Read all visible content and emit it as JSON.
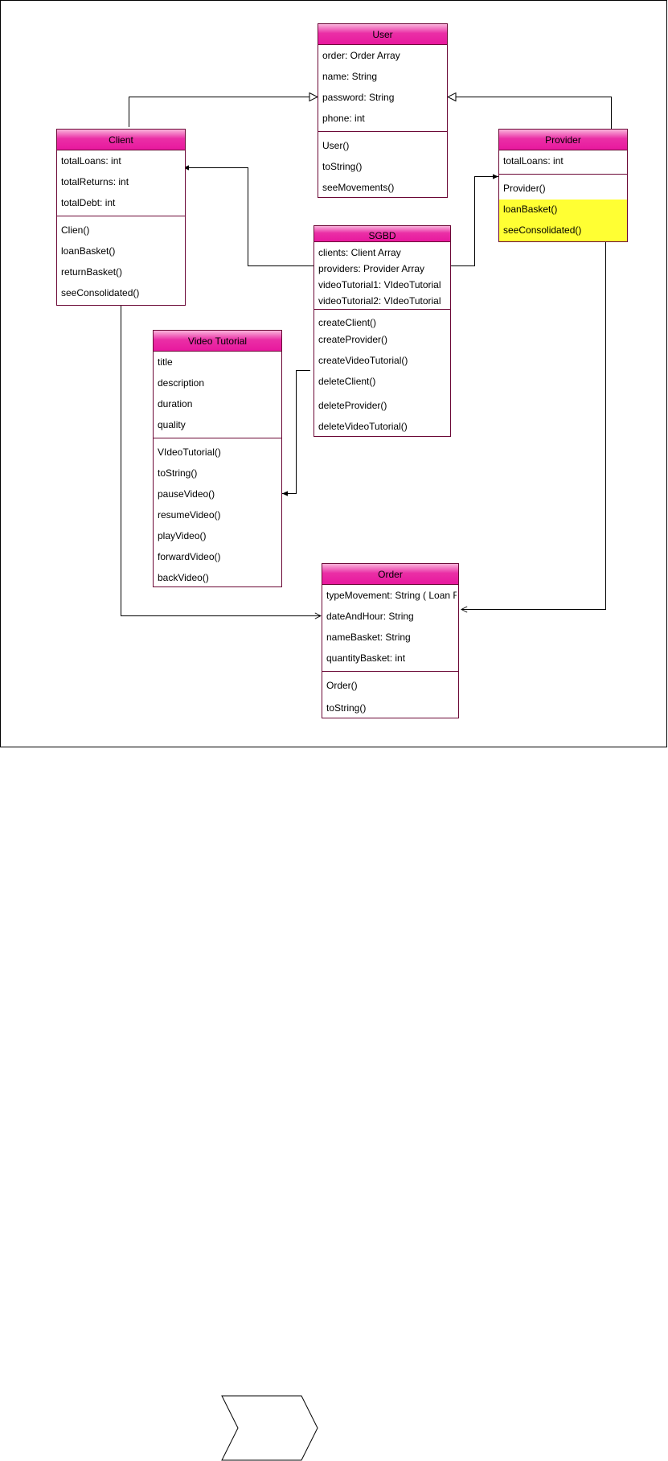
{
  "diagram": {
    "classes": {
      "user": {
        "name": "User",
        "attributes": [
          "order: Order Array",
          "name: String",
          "password: String",
          "phone: int"
        ],
        "methods": [
          "User()",
          "toString()",
          "seeMovements()"
        ]
      },
      "client": {
        "name": "Client",
        "attributes": [
          "totalLoans: int",
          "totalReturns: int",
          "totalDebt: int"
        ],
        "methods": [
          "Clien()",
          "loanBasket()",
          "returnBasket()",
          "seeConsolidated()"
        ]
      },
      "provider": {
        "name": "Provider",
        "attributes": [
          "totalLoans: int"
        ],
        "methods": [
          "Provider()",
          "loanBasket()",
          "seeConsolidated()"
        ],
        "highlight_color": "#ffff33"
      },
      "sgbd": {
        "name": "SGBD",
        "attributes": [
          "clients: Client Array",
          "providers: Provider Array",
          "videoTutorial1: VIdeoTutorial",
          "videoTutorial2: VIdeoTutorial"
        ],
        "methods": [
          "createClient()",
          "createProvider()",
          "createVideoTutorial()",
          "deleteClient()",
          "deleteProvider()",
          "deleteVideoTutorial()"
        ]
      },
      "video_tutorial": {
        "name": "Video Tutorial",
        "attributes": [
          "title",
          "description",
          "duration",
          "quality"
        ],
        "methods": [
          "VIdeoTutorial()",
          "toString()",
          "pauseVideo()",
          "resumeVideo()",
          "playVideo()",
          "forwardVideo()",
          "backVideo()"
        ]
      },
      "order": {
        "name": "Order",
        "attributes": [
          "typeMovement: String ( Loan R",
          "dateAndHour: String",
          "nameBasket: String",
          "quantityBasket: int"
        ],
        "methods": [
          "Order()",
          "toString()"
        ]
      }
    },
    "relations": [
      {
        "from": "Client",
        "to": "User",
        "type": "generalization"
      },
      {
        "from": "Provider",
        "to": "User",
        "type": "generalization"
      },
      {
        "from": "SGBD",
        "to": "Client",
        "type": "association"
      },
      {
        "from": "SGBD",
        "to": "Provider",
        "type": "association"
      },
      {
        "from": "SGBD",
        "to": "Video Tutorial",
        "type": "association"
      },
      {
        "from": "Client",
        "to": "Order",
        "type": "dependency"
      },
      {
        "from": "Provider",
        "to": "Order",
        "type": "dependency"
      }
    ],
    "colors": {
      "header": "#e8189e",
      "border": "#6b0836",
      "highlight": "#ffff33"
    }
  }
}
